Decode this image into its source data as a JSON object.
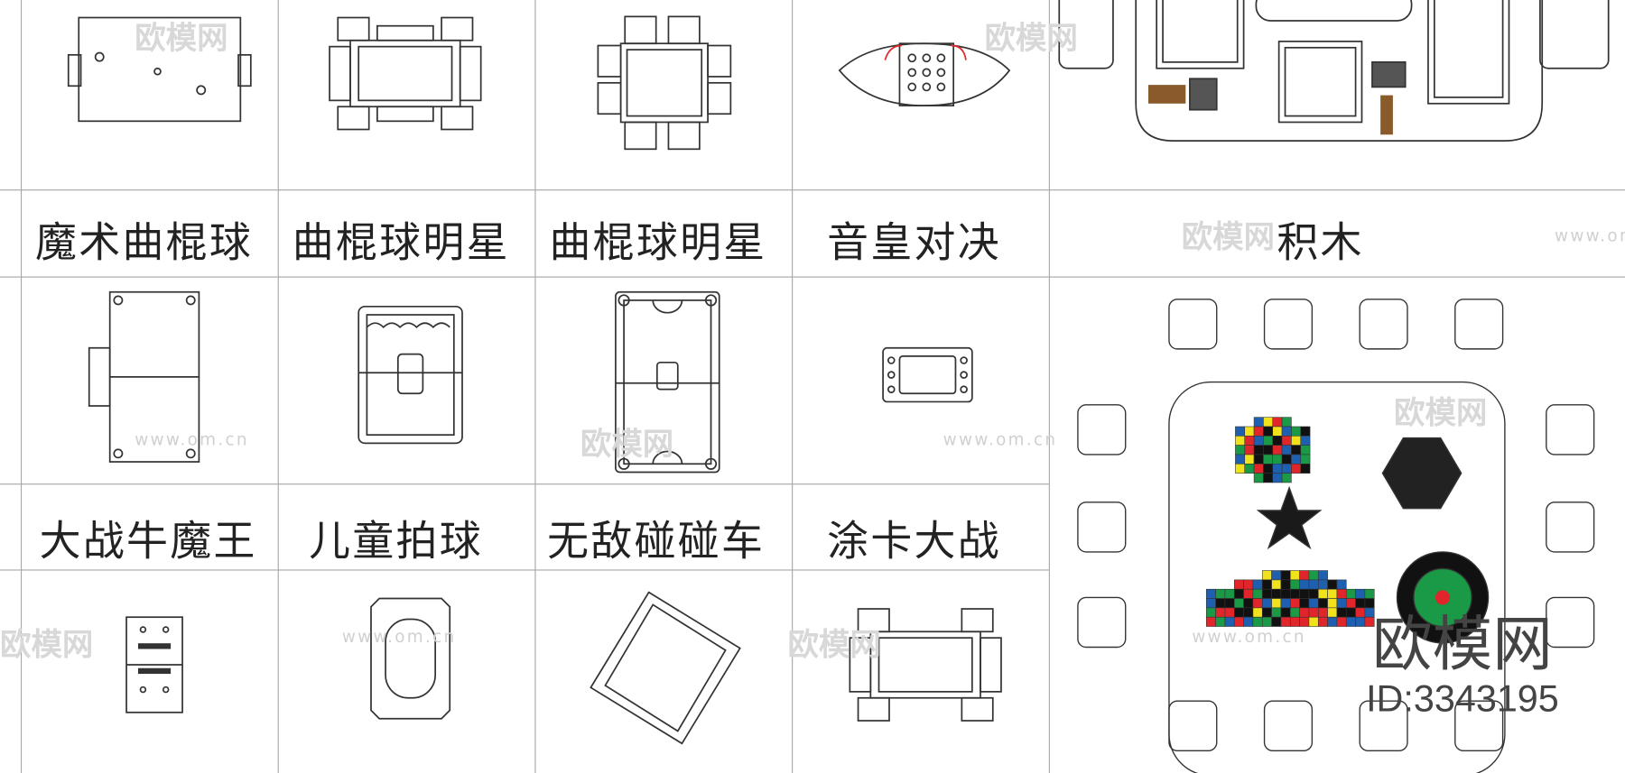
{
  "labels_row1": [
    "魔术曲棍球",
    "曲棍球明星",
    "曲棍球明星",
    "音皇对决",
    "积木"
  ],
  "labels_row2": [
    "大战牛魔王",
    "儿童拍球",
    "无敌碰碰车",
    "涂卡大战"
  ],
  "watermark": {
    "brand": "欧模网",
    "url": "www.om.cn",
    "id": "ID:3343195"
  },
  "colors": {
    "line": "#333333",
    "grid": "#a8a8a8",
    "tile_red": "#e0262b",
    "tile_green": "#1a9a46",
    "tile_blue": "#1f5fb0",
    "tile_yellow": "#f2e21c"
  }
}
